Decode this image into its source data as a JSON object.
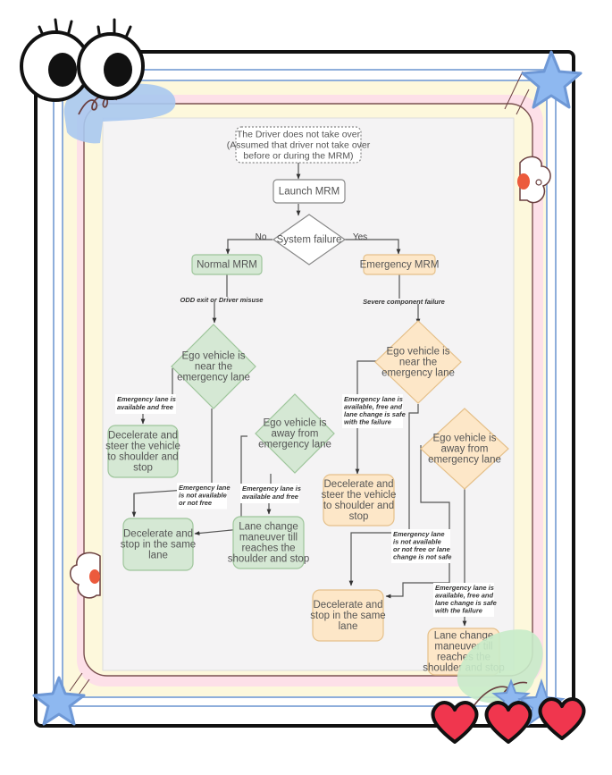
{
  "diagram": {
    "title": "MRM decision flowchart",
    "colors": {
      "green_fill": "#d5e8d4",
      "green_stroke": "#9ec59b",
      "orange_fill": "#fde7c8",
      "orange_stroke": "#e5c08a",
      "panel_bg": "#f4f3f4",
      "frame_black": "#111111",
      "frame_blue": "#8eaedb",
      "frame_yellow": "#fdf8dc",
      "frame_pink": "#fde0e8",
      "frame_brown": "#7a5050",
      "heart_red": "#f0364e",
      "star_blue": "#8eb8f0"
    },
    "nodes": {
      "start": {
        "lines": [
          "The Driver does not take over",
          "(Assumed that driver not take over",
          "before or during the MRM)"
        ]
      },
      "launch": {
        "lines": [
          "Launch MRM"
        ]
      },
      "system_failure": {
        "lines": [
          "System failure"
        ]
      },
      "normal_mrm": {
        "lines": [
          "Normal MRM"
        ]
      },
      "emergency_mrm": {
        "lines": [
          "Emergency MRM"
        ]
      },
      "g_near": {
        "lines": [
          "Ego vehicle is",
          "near the",
          "emergency lane"
        ]
      },
      "g_away": {
        "lines": [
          "Ego vehicle is",
          "away from",
          "emergency lane"
        ]
      },
      "g_steer": {
        "lines": [
          "Decelerate and",
          "steer the vehicle",
          "to shoulder and",
          "stop"
        ]
      },
      "g_stop": {
        "lines": [
          "Decelerate and",
          "stop in the same",
          "lane"
        ]
      },
      "g_lane": {
        "lines": [
          "Lane change",
          "maneuver till",
          "reaches the",
          "shoulder and stop"
        ]
      },
      "o_near": {
        "lines": [
          "Ego vehicle is",
          "near the",
          "emergency lane"
        ]
      },
      "o_away": {
        "lines": [
          "Ego vehicle is",
          "away from",
          "emergency lane"
        ]
      },
      "o_steer": {
        "lines": [
          "Decelerate and",
          "steer the vehicle",
          "to shoulder and",
          "stop"
        ]
      },
      "o_stop": {
        "lines": [
          "Decelerate and",
          "stop in the same",
          "lane"
        ]
      },
      "o_lane": {
        "lines": [
          "Lane change",
          "maneuver till",
          "reaches the",
          "shoulder and stop"
        ]
      }
    },
    "edge_labels": {
      "no": "No",
      "yes": "Yes",
      "odd_exit": "ODD exit or  Driver misuse",
      "severe": "Severe component failure",
      "g_avail": [
        "Emergency lane is",
        "available and free"
      ],
      "g_not_avail": [
        "Emergency lane",
        "is not available",
        "or not free"
      ],
      "g_away_avail": [
        "Emergency lane is",
        "available and free"
      ],
      "o_avail": [
        "Emergency lane is",
        "available, free and",
        "lane change is safe",
        "with the failure"
      ],
      "o_not_avail": [
        "Emergency lane",
        "is not available",
        "or not free or lane",
        "change is not safe"
      ],
      "o_away_avail": [
        "Emergency lane is",
        "available, free and",
        "lane change is safe",
        "with the failure"
      ]
    }
  },
  "decorations": {
    "eyes": "cartoon-eyes",
    "hearts_count": 3,
    "stars": [
      "top-right-star",
      "bottom-left-star",
      "bottom-right-star"
    ]
  }
}
